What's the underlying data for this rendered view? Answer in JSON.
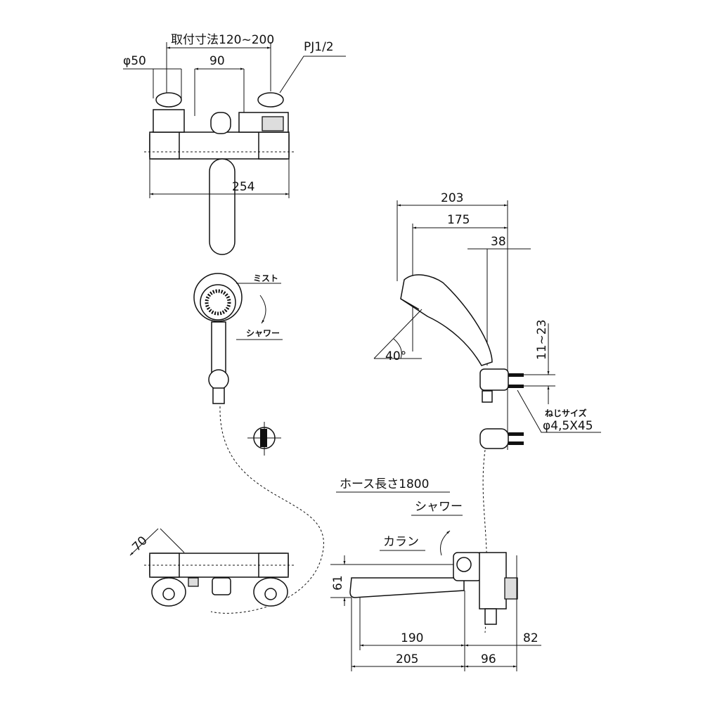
{
  "top_view": {
    "mount_range": "取付寸法120~200",
    "dia_50": "φ50",
    "dim_90": "90",
    "thread": "PJ1/2",
    "width_254": "254"
  },
  "shower_head_front": {
    "mist_label": "ミスト",
    "shower_label": "シャワー"
  },
  "shower_head_side": {
    "dim_203": "203",
    "dim_175": "175",
    "dim_38": "38",
    "angle": "40°",
    "dim_11_23": "11~23",
    "screw_size_label": "ねじサイズ",
    "screw_size": "φ4,5X45"
  },
  "hose": {
    "length_label": "ホース長さ1800"
  },
  "side_view": {
    "shower_label": "シャワー",
    "faucet_label": "カラン",
    "dim_61": "61",
    "dim_190": "190",
    "dim_82": "82",
    "dim_205": "205",
    "dim_96": "96"
  },
  "bottom_view": {
    "dim_70": "70"
  }
}
